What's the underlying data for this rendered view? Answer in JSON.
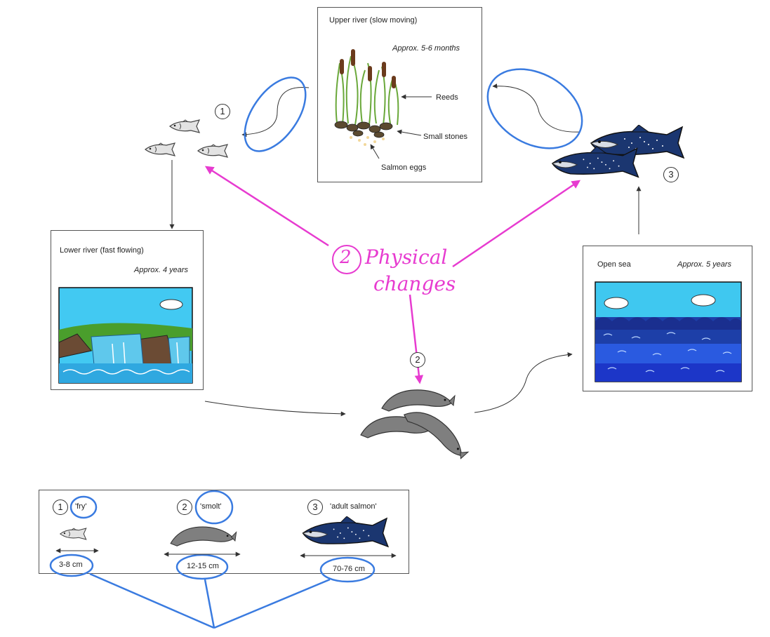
{
  "stages": {
    "upper_river": {
      "title": "Upper river (slow moving)",
      "duration": "Approx. 5-6 months",
      "reeds_label": "Reeds",
      "stones_label": "Small stones",
      "eggs_label": "Salmon eggs"
    },
    "lower_river": {
      "title": "Lower river (fast flowing)",
      "duration": "Approx. 4 years"
    },
    "open_sea": {
      "title": "Open sea",
      "duration": "Approx. 5 years"
    }
  },
  "markers": {
    "fry": "1",
    "smolt": "2",
    "adult": "3"
  },
  "annotation": {
    "number": "2",
    "line1": "Physical",
    "line2": "changes"
  },
  "key": {
    "fry": {
      "number": "1",
      "name": "'fry'",
      "size": "3-8 cm"
    },
    "smolt": {
      "number": "2",
      "name": "'smolt'",
      "size": "12-15 cm"
    },
    "adult": {
      "number": "3",
      "name": "'adult salmon'",
      "size": "70-76 cm"
    }
  },
  "colors": {
    "annotation_pink": "#e73bd0",
    "highlight_blue": "#3a7be0",
    "sea_blue": "#1a3fb0",
    "sky": "#3fc8f0"
  }
}
